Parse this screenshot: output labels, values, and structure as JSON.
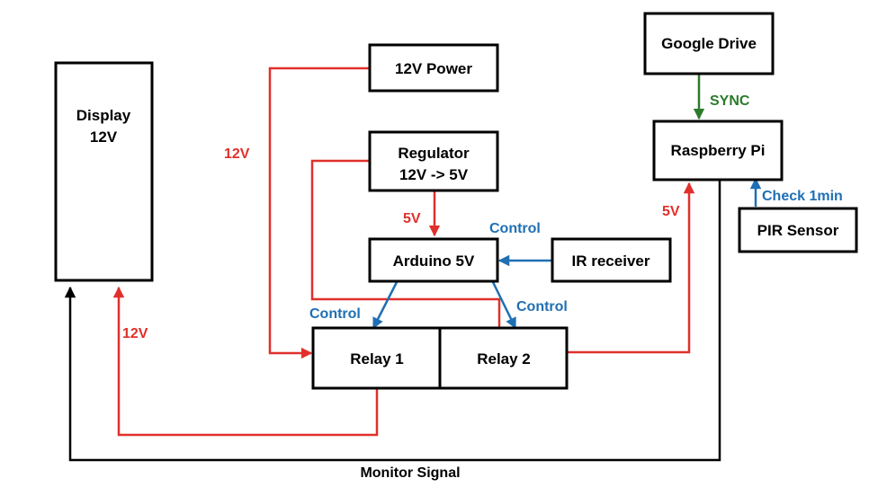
{
  "colors": {
    "power": "#e0302b",
    "control": "#1f6fb3",
    "sync": "#2c7a2c",
    "signal": "#000000"
  },
  "nodes": {
    "display_line1": "Display",
    "display_line2": "12V",
    "power_12v": "12V Power",
    "regulator_line1": "Regulator",
    "regulator_line2": "12V -> 5V",
    "arduino": "Arduino 5V",
    "ir_receiver": "IR receiver",
    "relay1": "Relay 1",
    "relay2": "Relay 2",
    "google_drive": "Google Drive",
    "raspberry_pi": "Raspberry Pi",
    "pir_sensor": "PIR Sensor"
  },
  "edges": {
    "power_to_relay1": "12V",
    "regulator_to_arduino": "5V",
    "ir_to_arduino": "Control",
    "arduino_to_relay1": "Control",
    "arduino_to_relay2": "Control",
    "relay2_to_pi": "5V",
    "relay1_to_display": "12V",
    "drive_to_pi": "SYNC",
    "pir_to_pi": "Check 1min",
    "pi_to_display": "Monitor Signal"
  }
}
